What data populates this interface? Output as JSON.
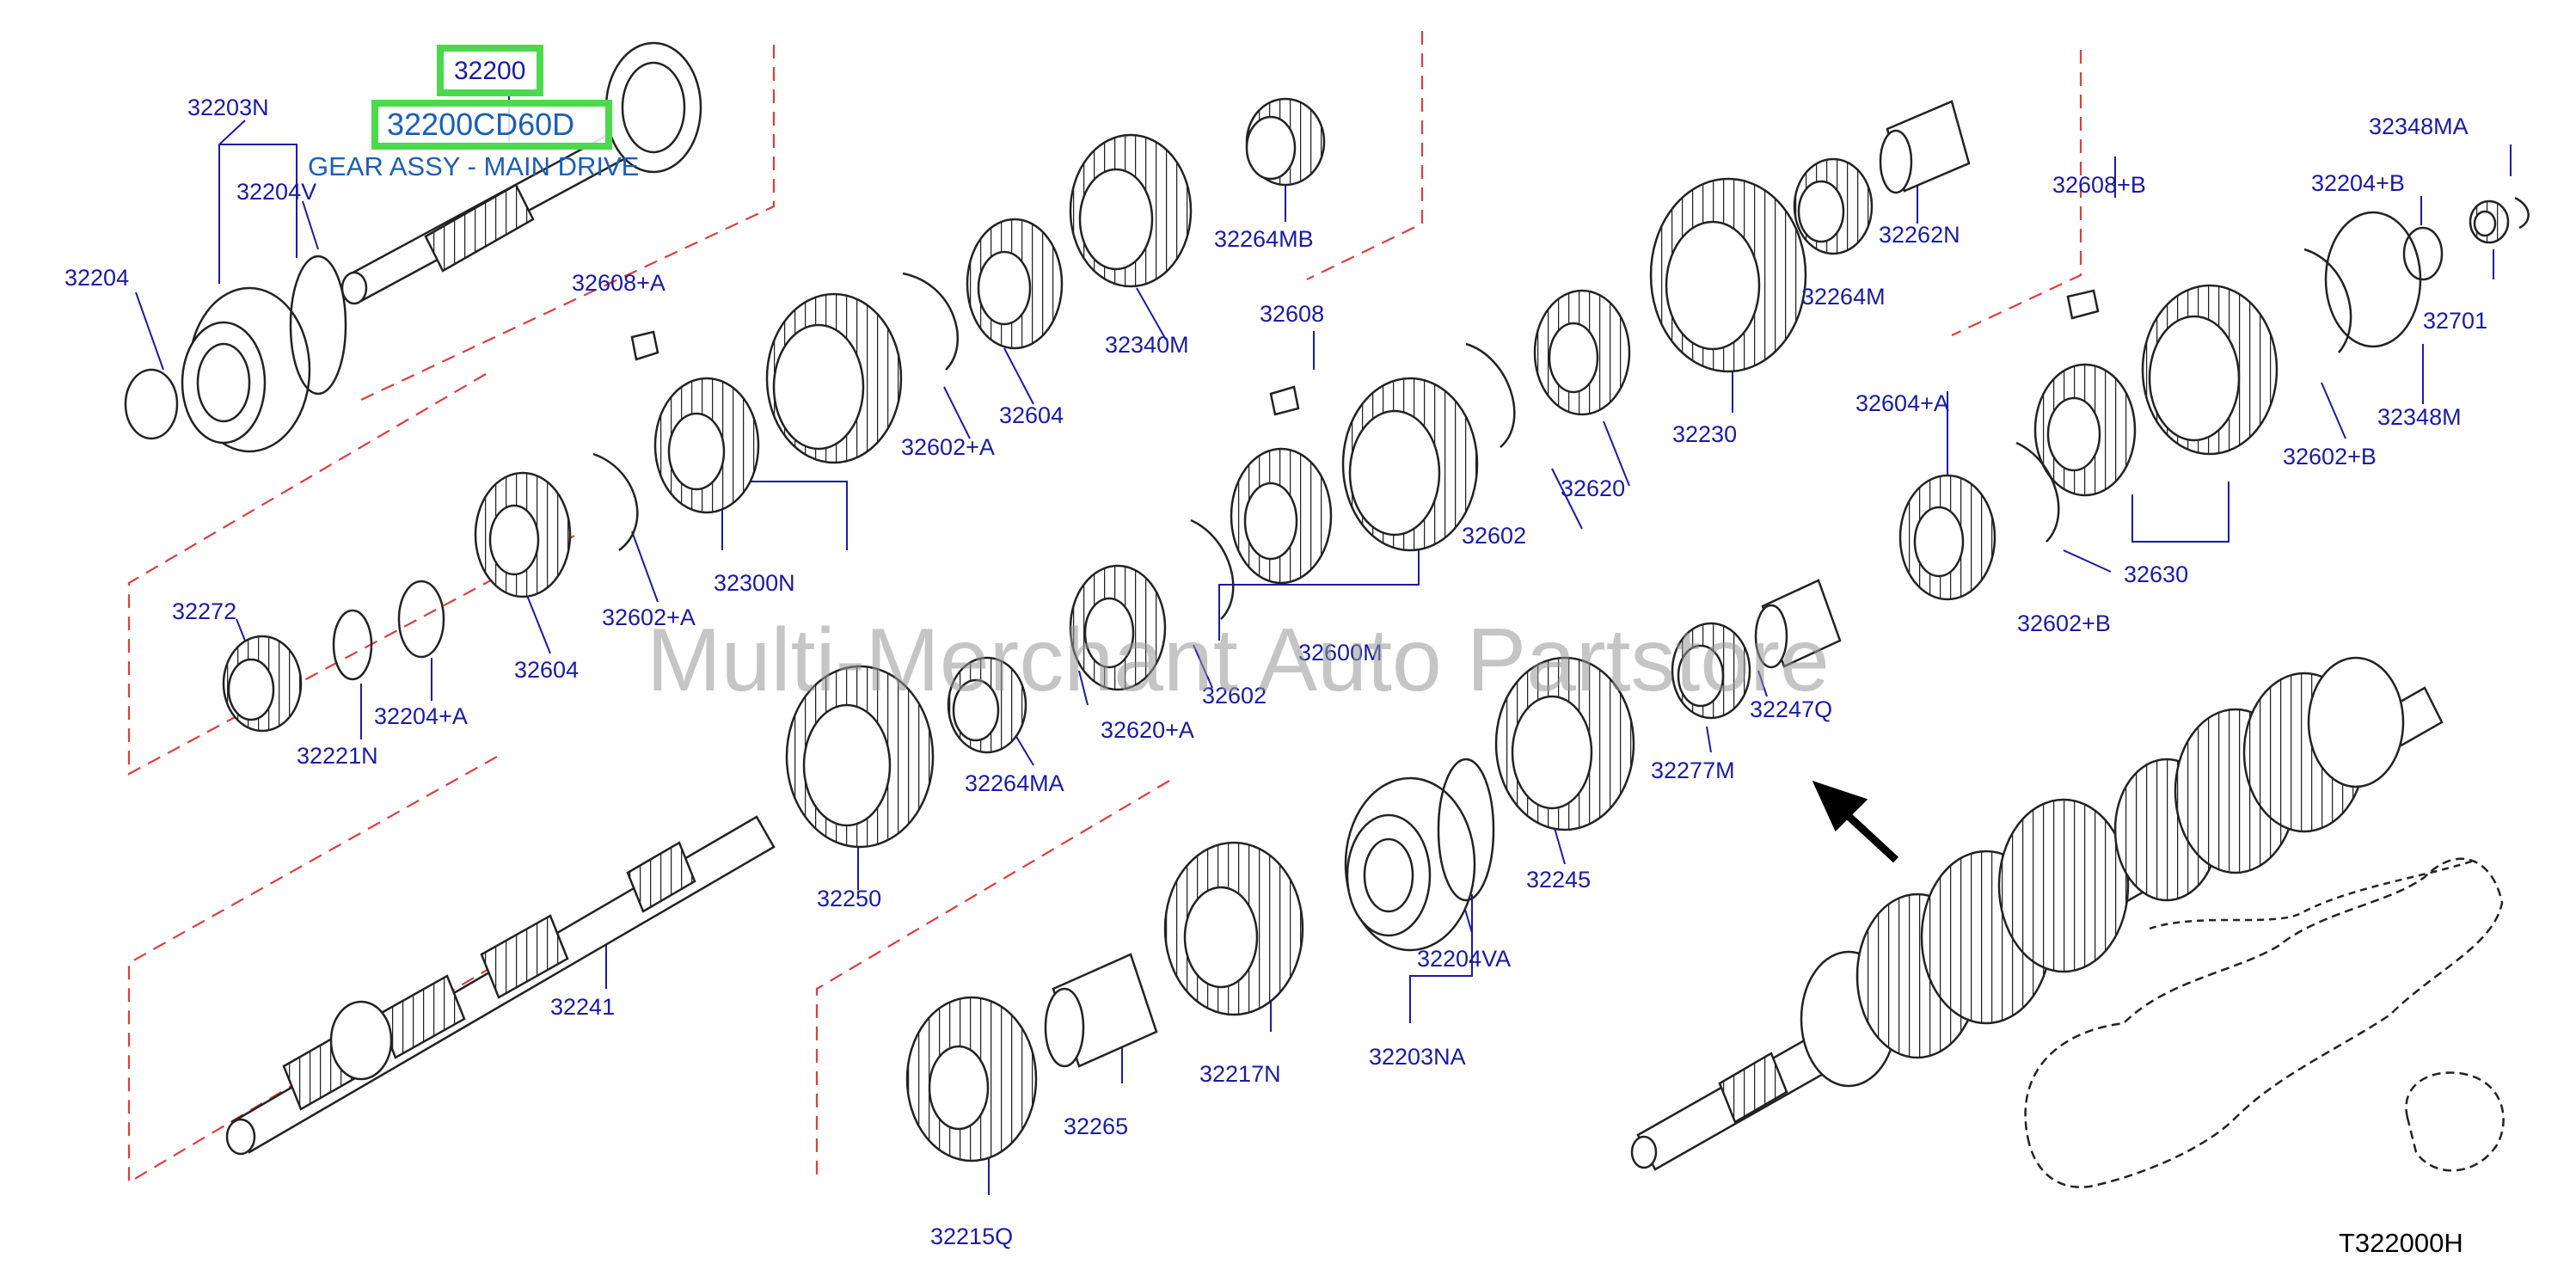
{
  "highlight": {
    "ref_number": "32200",
    "part_number": "32200CD60D",
    "description": "GEAR ASSY - MAIN DRIVE"
  },
  "labels": [
    "32203N",
    "32204V",
    "32204",
    "32608+A",
    "32264MB",
    "32340M",
    "32604",
    "32602+A",
    "32300N",
    "32602+A",
    "32604",
    "32272",
    "32204+A",
    "32221N",
    "32264MA",
    "32250",
    "32241",
    "32608",
    "32620",
    "32602",
    "32600M",
    "32602",
    "32620+A",
    "32230",
    "32264M",
    "32262N",
    "32608+B",
    "32348MA",
    "32204+B",
    "32701",
    "32348M",
    "32602+B",
    "32604+A",
    "32630",
    "32602+B",
    "32247Q",
    "32277M",
    "32245",
    "32204VA",
    "32203NA",
    "32217N",
    "32265",
    "32215Q"
  ],
  "watermark": "Multi-Merchant Auto Partstore",
  "figure_id": "T322000H",
  "colors": {
    "label": "#1a1aa6",
    "highlight_border": "#4cd94c",
    "highlight_text": "#1a5fb4",
    "dashed_frame": "#e03c3c",
    "line_art": "#222222"
  }
}
